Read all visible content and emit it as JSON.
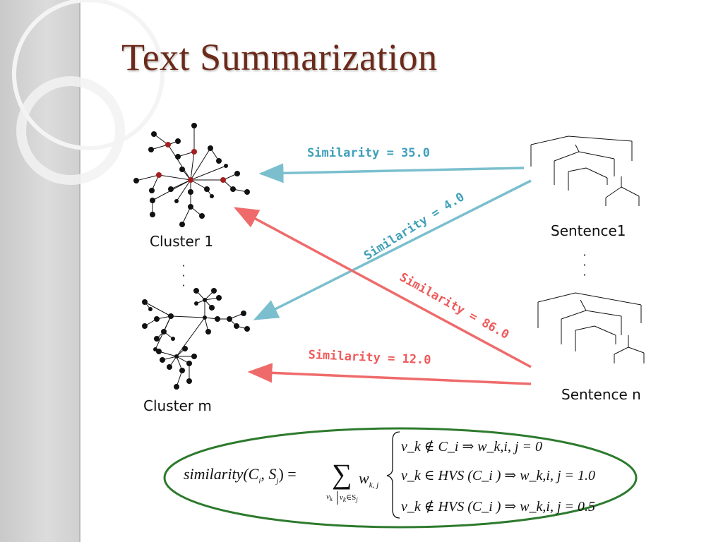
{
  "slide": {
    "title": "Text Summarization"
  },
  "colors": {
    "title": "#6b2a1a",
    "blue_arrow": "#7bbfce",
    "red_arrow": "#ef6b6b",
    "ellipse": "#2d7a2d"
  },
  "clusters": {
    "top_label": "Cluster 1",
    "bottom_label": "Cluster m"
  },
  "sentences": {
    "top_label": "Sentence1",
    "bottom_label": "Sentence n"
  },
  "edges": [
    {
      "label": "Similarity = 35.0",
      "color": "blue"
    },
    {
      "label": "Similarity = 4.0",
      "color": "blue"
    },
    {
      "label": "Similarity = 86.0",
      "color": "red"
    },
    {
      "label": "Similarity = 12.0",
      "color": "red"
    }
  ],
  "formula": {
    "lhs": "similarity(C",
    "lhs_sub_i": "i",
    "lhs_mid": ", S",
    "lhs_sub_j": "j",
    "lhs_end": ") =",
    "sigma": "∑",
    "sum_sub": "v",
    "sum_sub_k": "k",
    "sum_cond": "v",
    "sum_cond_rest": "k",
    "sum_cond_in": "∈S",
    "sum_cond_j": "j",
    "term": "w",
    "term_sub": "k, j",
    "case1": "v_k ∉ C_i ⇒ w_k,i, j = 0",
    "case2": "v_k ∈ HVS (C_i ) ⇒ w_k,i, j = 1.0",
    "case3": "v_k ∉ HVS (C_i ) ⇒ w_k,i, j = 0.5"
  }
}
